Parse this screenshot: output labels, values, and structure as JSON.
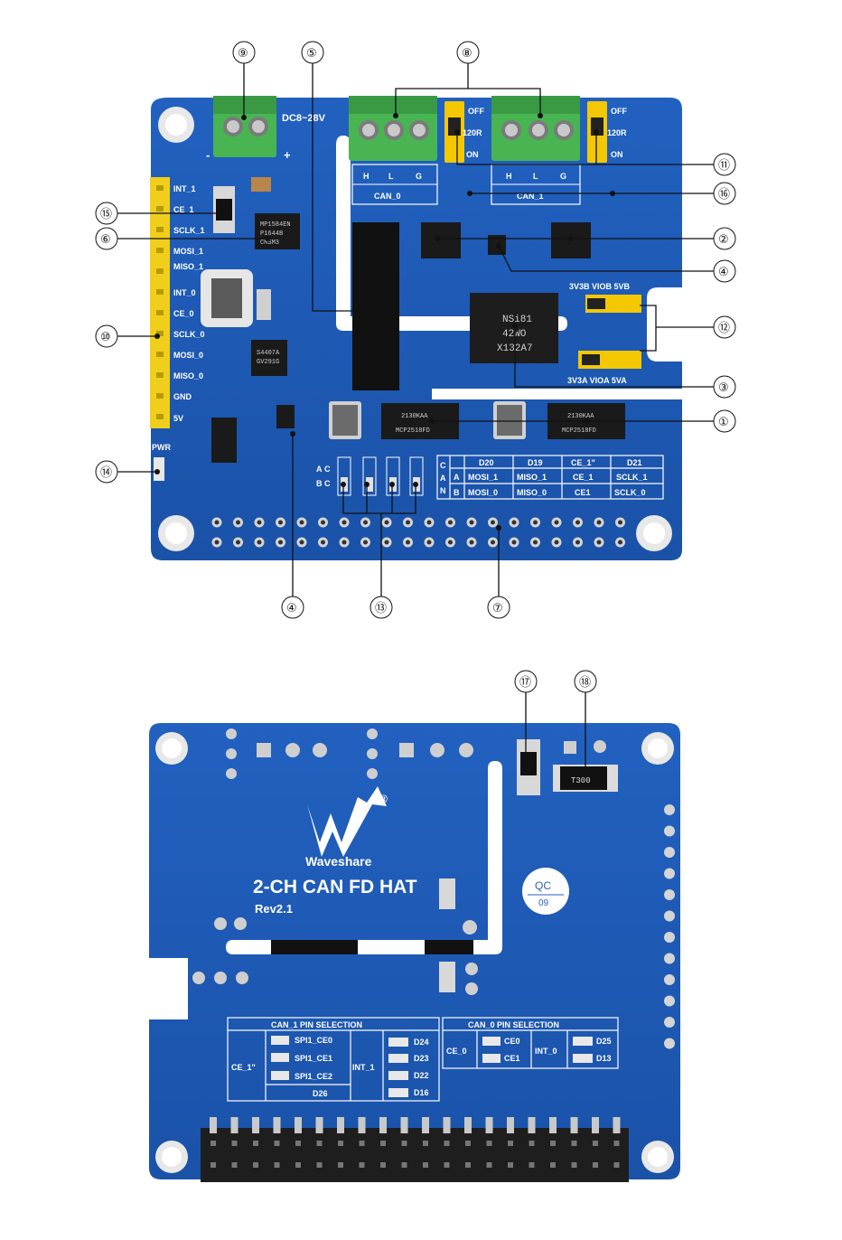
{
  "top_board": {
    "power_label": "DC8~28V",
    "minus_label": "-",
    "plus_label": "+",
    "can0_label": "CAN_0",
    "can1_label": "CAN_1",
    "terminal_labels": [
      "H",
      "L",
      "G"
    ],
    "jumper_off": "OFF",
    "jumper_120r": "120R",
    "jumper_on": "ON",
    "header_pins": [
      "INT_1",
      "CE_1",
      "SCLK_1",
      "MOSI_1",
      "MISO_1",
      "INT_0",
      "CE_0",
      "SCLK_0",
      "MOSI_0",
      "MISO_0",
      "GND",
      "5V"
    ],
    "vio_top": "3V3B VIOB 5VB",
    "vio_bottom": "3V3A VIOA 5VA",
    "isolator_text": [
      "NSi81",
      "42WO",
      "X132A7"
    ],
    "regulator_text": [
      "MP1584EN",
      "P1644B",
      "CMSM3"
    ],
    "transceiver_text": [
      "MCP2518FD",
      "2130KAA"
    ],
    "ldo_text": [
      "S4407A",
      "GV291G"
    ],
    "pwr_label": "PWR",
    "ac_label": "A",
    "bc_label": "B",
    "c_label": "C",
    "c_label2": "C",
    "can_vert": [
      "C",
      "A",
      "N"
    ],
    "pin_table": {
      "headers": [
        "D20",
        "D19",
        "CE_1\"",
        "D21"
      ],
      "row_a_label": "A",
      "row_b_label": "B",
      "row_a": [
        "MOSI_1",
        "MISO_1",
        "CE_1",
        "SCLK_1"
      ],
      "row_b": [
        "MOSI_0",
        "MISO_0",
        "CE1",
        "SCLK_0"
      ]
    }
  },
  "callouts": {
    "c1": "①",
    "c2": "②",
    "c3": "③",
    "c4": "④",
    "c4b": "④",
    "c5": "⑤",
    "c6": "⑥",
    "c7": "⑦",
    "c8": "⑧",
    "c9": "⑨",
    "c10": "⑩",
    "c11": "⑪",
    "c12": "⑫",
    "c13": "⑬",
    "c14": "⑭",
    "c15": "⑮",
    "c16": "⑯",
    "c17": "⑰",
    "c18": "⑱"
  },
  "bottom_board": {
    "brand": "Waveshare",
    "registered": "®",
    "product": "2-CH CAN FD HAT",
    "revision": "Rev2.1",
    "qc_label": "QC",
    "qc_num": "09",
    "resistor_text": "T300",
    "can1_title": "CAN_1 PIN SELECTION",
    "can0_title": "CAN_0 PIN SELECTION",
    "can1_ce_label": "CE_1\"",
    "can1_ce_options": [
      "SPI1_CE0",
      "SPI1_CE1",
      "SPI1_CE2"
    ],
    "can1_d26": "D26",
    "can1_int_label": "INT_1",
    "can1_int_options": [
      "D24",
      "D23",
      "D22",
      "D16"
    ],
    "can0_ce_label": "CE_0",
    "can0_ce_options": [
      "CE0",
      "CE1"
    ],
    "can0_int_label": "INT_0",
    "can0_int_options": [
      "D25",
      "D13"
    ]
  },
  "colors": {
    "pcb": "#1e58b4",
    "pcb_dark": "#164a9a",
    "terminal": "#3fae49",
    "jumper": "#f3c800",
    "silk": "#ffffff"
  }
}
